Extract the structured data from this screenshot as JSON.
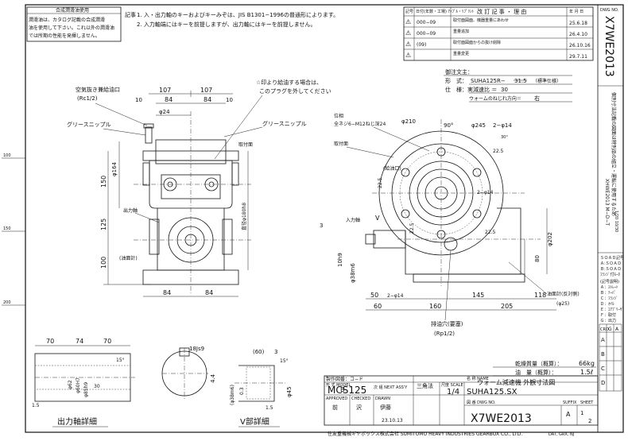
{
  "notes_box": {
    "title": "合成潤滑油使用",
    "lines": [
      "潤滑油は、カタログ記載の合成潤滑",
      "油を使用して下さい。これ以外の潤滑油",
      "では所期の性能を発揮しません。"
    ]
  },
  "notes": {
    "label": "記事",
    "line1": "1. 入・出力軸のキーおよびキーみぞは、JIS B1301−1996の普通形によります。",
    "line2": "2. 入力軸端にはキーを前提しますが、出力軸にはキーを前提しません。"
  },
  "revisions": {
    "headers": [
      "記号",
      "改 訂 記 事 ・ 理 由",
      "年 月 日"
    ],
    "sub_header": "日付(年数・工場) ｱｯﾌﾟﾙ・ﾘﾌﾟﾘﾝﾄ",
    "rows": [
      {
        "symbol": "⚠",
        "code": "000−09",
        "text": "取付面図面、機器重量にあわせ",
        "date": "25.6.18"
      },
      {
        "symbol": "⚠",
        "code": "000−09",
        "text": "重量追加",
        "date": "26.4.10"
      },
      {
        "symbol": "⚠",
        "code": "(09)",
        "text": "取付面図面からの抜け削除",
        "date": "26.10.16"
      },
      {
        "symbol": "⚠",
        "code": "",
        "text": "重量変更",
        "date": "29.7.11"
      }
    ]
  },
  "right_strip": {
    "dwg_label": "DWG NO.",
    "dwg_no": "X7WE2013",
    "notes_vertical": "個別寸法記載の図面は特別品の組立・運転に使用するため",
    "model_vertical": "XHWE2013 M−D−T",
    "ratio_vertical": "1/20 10/30",
    "legend_title": "ＳＯＡＤ記号",
    "legend": [
      "Ａ:ＳＯＡＤ",
      "Ｂ:ＳＯＡＤ",
      "ﾌﾗﾝｼﾞ付ﾓｰﾀ",
      "(記号説明)",
      "Ａ：ｽﾄﾚｰﾄ",
      "Ｂ：ﾃｰﾊﾟ",
      "Ｃ：ﾌﾗﾝｼﾞ",
      "Ｄ：ｵｲﾙ",
      "Ｅ：ｴｱﾌﾞﾘｰｻﾞ",
      "Ｆ：取付",
      "Ｇ：出力"
    ],
    "grid_head": [
      "CRD",
      "G",
      "A"
    ],
    "grid_rows": [
      "A",
      "B",
      "C",
      "D"
    ]
  },
  "spec": {
    "title": "御注文主：",
    "model_label": "形　式：",
    "model": "SUHA125R−",
    "ratio_struck": "31.5",
    "ratio_note": "（標準仕様）",
    "ratio_label": "仕　様：実減速比 ＝",
    "ratio": "30",
    "hand_label": "ウォームのねじれ方向＝",
    "hand": "右"
  },
  "labels_left": {
    "air_vent": "空気抜き兼給油口",
    "air_vent_size": "(Rc1/2)",
    "grease1": "グリースニップル",
    "grease2": "グリースニップル",
    "plug_note1": "☆印より給油する場合は、",
    "plug_note2": "このプラグを外してください",
    "output_shaft": "出力軸",
    "oil_gauge": "(油面計)",
    "mounting": "取付面",
    "dia_fit": "直径φ180h8"
  },
  "labels_right": {
    "phase": "位相",
    "tap": "全ネジ6−M12ねじ深24",
    "mount": "取付面",
    "oil_inlet": "(給油口)",
    "input_shaft": "入力軸",
    "v": "V",
    "drain": "排油穴(要塞)",
    "drain_size": "(Rp1/2)",
    "oil_gauge": "油面計(反対側)",
    "oil_gauge_size": "(φ25)",
    "sixty": "90°",
    "angle30": "30°",
    "holes": "2−φ14",
    "holes2": "2−φ14",
    "holes3": "2−φ14"
  },
  "dims": {
    "d107a": "107",
    "d107b": "107",
    "d10": "10",
    "d84a": "84",
    "d84b": "84",
    "d10b": "10",
    "d24": "φ24",
    "d164": "φ164",
    "d150": "150",
    "d125": "125",
    "d100": "100",
    "d84c": "84",
    "d84d": "84",
    "d210": "φ210",
    "d245": "φ245",
    "d225": "22.5",
    "d225b": "22.5",
    "d225c": "22.5",
    "d225d": "22.5",
    "d202": "φ202",
    "d80": "80",
    "d3": "3",
    "d10j": "10h9",
    "d38": "φ38m6",
    "d50": "50",
    "d60": "60",
    "d160": "160",
    "d145": "145",
    "d205": "205",
    "d118": "118"
  },
  "detail_output": {
    "title": "出力軸詳細",
    "d70a": "70",
    "d74": "74",
    "d70b": "70",
    "d15": "15°",
    "d62": "φ62",
    "d60h7": "φ60H7",
    "d85": "φ85h9",
    "d30": "30",
    "d15b": "1.5"
  },
  "detail_key": {
    "d18": "18Js9",
    "d44": "4.4"
  },
  "detail_v": {
    "title": "V部詳細",
    "d60": "(60)",
    "d3": "3",
    "d15": "15°",
    "d38": "(φ38m6)",
    "d03": "0.3",
    "d45": "φ45",
    "d15b": "1.5"
  },
  "title_block": {
    "mfg_label": "製作図番：コ−ド",
    "model_label": "形 式 MODEL",
    "model": "MCS125",
    "scale_label": "尺度 SCALE",
    "scale": "1/4",
    "projection": "三角法",
    "name_label": "名 称 NAME",
    "name": "ウォーム減速機 外観寸法図",
    "sub_name": "SUHA125.SX",
    "weight1_label": "乾燥質量（概算）：",
    "weight1": "66kg",
    "weight2_label": "油　量（概算）：",
    "weight2": "1.5ℓ",
    "approved": "APPROVED",
    "checked": "CHECKED",
    "drawn": "DRAWN",
    "next_assy": "次 組 NEXT ASS'Y",
    "date": "23.10.13",
    "dwg_no_label": "図 番 DWG NO.",
    "dwg_no": "X7WE2013",
    "suffix": "SUFFIX",
    "sheet": "SHEET",
    "sheet_no": "1",
    "of": "2",
    "sig1": "前",
    "sig2": "沢",
    "sig3": "伊藤",
    "stamp": "B",
    "rev": "A"
  },
  "footer": {
    "company": "住友重機械ギヤボックス株式会社 SUMITOMO HEAVY INDUSTRIES GEARBOX CO., LTD.",
    "code": "DAT, GRX, NJ"
  },
  "margin_marks": [
    "100",
    "150",
    "200"
  ]
}
